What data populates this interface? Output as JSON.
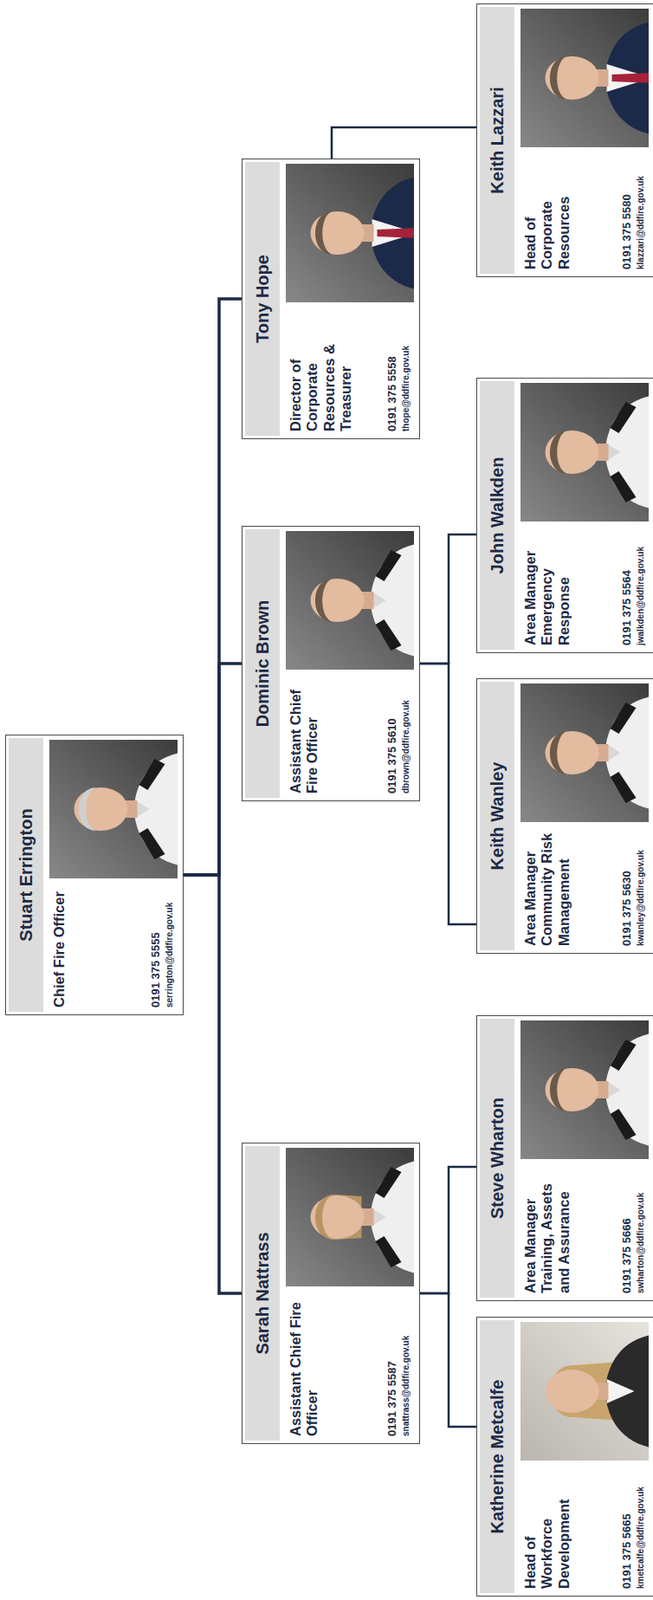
{
  "diagram": {
    "nodes": [
      {
        "text": [
          "Stuart Errington",
          "Chief Fire Officer",
          "0191 375 5555",
          "serrington@ddfire.gov.uk"
        ]
      },
      {
        "text": [
          "Sarah Nattrass",
          "Assistant Chief Fire Officer",
          "0191 375 5587",
          "snattrass@ddfire.gov.uk"
        ]
      },
      {
        "text": [
          "Dominic Brown",
          "Assistant Chief Fire Officer",
          "0191 375 5610",
          "dbrown@ddfire.gov.uk"
        ]
      },
      {
        "text": [
          "Tony Hope",
          "Director of Corporate Resources & Treasurer",
          "0191 375 5558",
          "thope@ddfire.gov.uk"
        ]
      },
      {
        "text": [
          "Katherine Metcalfe",
          "Head of Workforce Development",
          "0191 375 5665",
          "kmetcalfe@ddfire.gov.uk"
        ]
      },
      {
        "text": [
          "Steve Wharton",
          "Area Manager Training, Assets and Assurance",
          "0191 375 5666",
          "swharton@ddfire.gov.uk"
        ]
      },
      {
        "text": [
          "Keith Wanley",
          "Area Manager Community Risk Management",
          "0191 375 5630",
          "kwanley@ddfire.gov.uk"
        ]
      },
      {
        "text": [
          "John Walkden",
          "Area Manager Emergency Response",
          "0191 375 5564",
          "jwalkden@ddfire.gov.uk"
        ]
      },
      {
        "text": [
          "Keith Lazzari",
          "Head of Corporate Resources",
          "0191 375 5580",
          "klazzari@ddfire.gov.uk"
        ]
      }
    ],
    "edges": [
      {
        "from": 0,
        "to": 1,
        "arrow": "none"
      },
      {
        "from": 0,
        "to": 2,
        "arrow": "none"
      },
      {
        "from": 0,
        "to": 3,
        "arrow": "none"
      },
      {
        "from": 1,
        "to": 4,
        "arrow": "none"
      },
      {
        "from": 1,
        "to": 5,
        "arrow": "none"
      },
      {
        "from": 2,
        "to": 6,
        "arrow": "none"
      },
      {
        "from": 2,
        "to": 7,
        "arrow": "none"
      },
      {
        "from": 3,
        "to": 8,
        "arrow": "none"
      }
    ]
  }
}
